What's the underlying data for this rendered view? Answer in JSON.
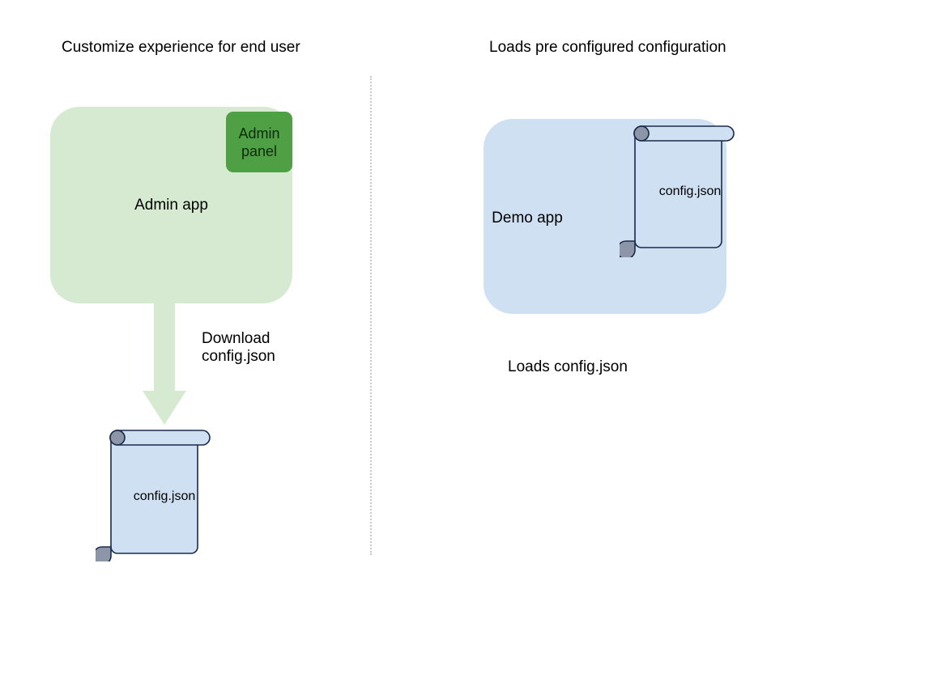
{
  "diagram": {
    "columns": {
      "left": {
        "heading": "Customize experience for end user",
        "app_card": {
          "label": "Admin app",
          "color": "#d5ead0",
          "badge": {
            "label": "Admin\npanel",
            "color": "#4f9f44"
          }
        },
        "arrow": {
          "caption": "Download\nconfig.json",
          "color": "#d5ead0",
          "direction": "down"
        },
        "document": {
          "label": "config.json",
          "fill": "#cfe0f3",
          "stroke": "#1a2b4a",
          "curl_color": "#8d96a8"
        }
      },
      "right": {
        "heading": "Loads pre configured configuration",
        "app_card": {
          "label": "Demo app",
          "color": "#cfe0f3"
        },
        "document": {
          "label": "config.json",
          "fill": "#cfe0f3",
          "stroke": "#1a2b4a",
          "curl_color": "#8d96a8"
        },
        "caption": "Loads config.json"
      }
    },
    "divider": {
      "style": "dotted",
      "color": "#c9c9c9"
    }
  }
}
